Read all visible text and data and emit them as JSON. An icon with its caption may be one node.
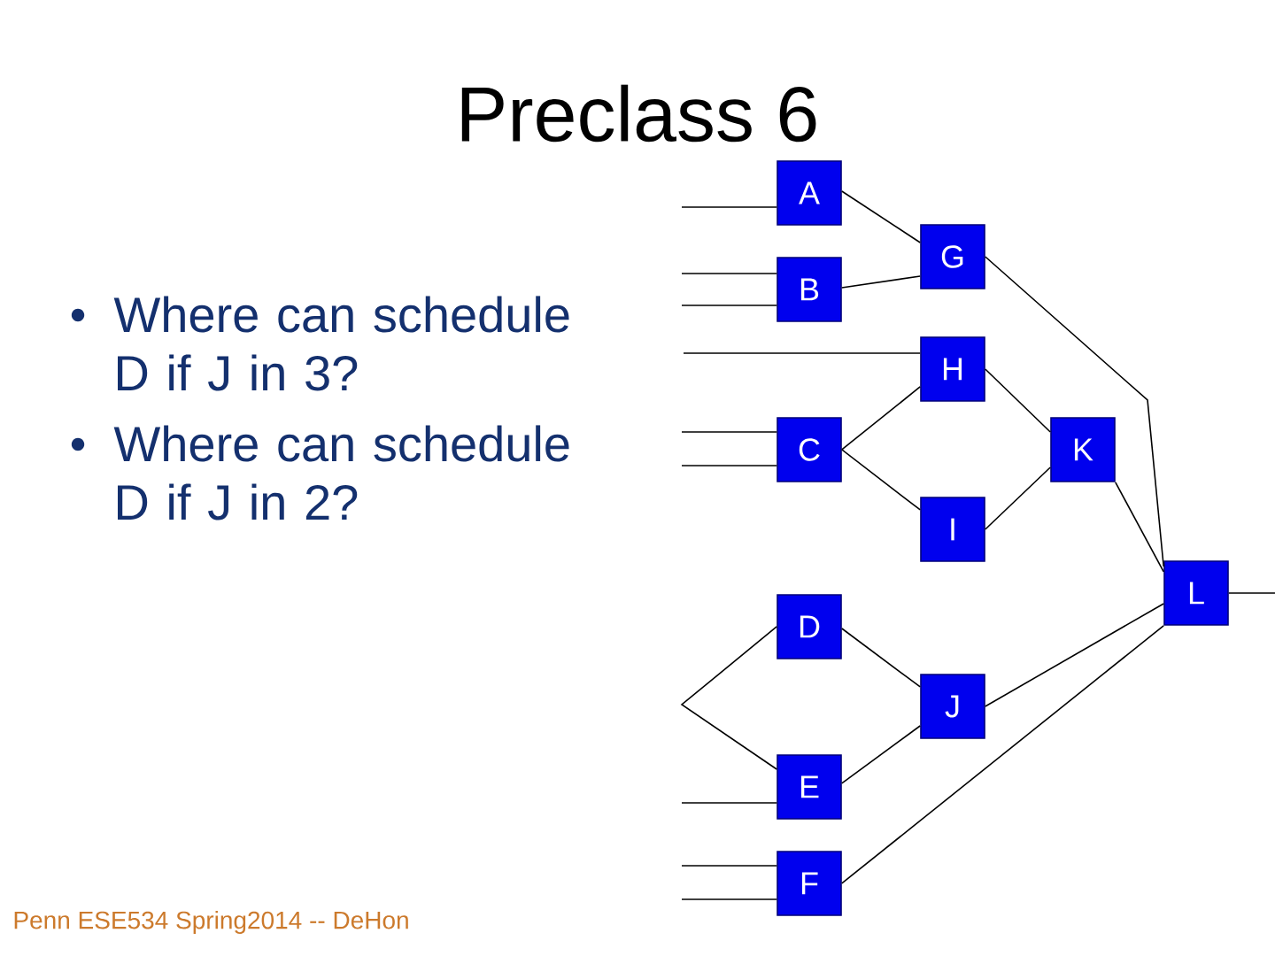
{
  "diagram": {
    "title": "Preclass 6",
    "nodes": [
      {
        "text": [
          "A"
        ]
      },
      {
        "text": [
          "B"
        ]
      },
      {
        "text": [
          "C"
        ]
      },
      {
        "text": [
          "D"
        ]
      },
      {
        "text": [
          "E"
        ]
      },
      {
        "text": [
          "F"
        ]
      },
      {
        "text": [
          "G"
        ]
      },
      {
        "text": [
          "H"
        ]
      },
      {
        "text": [
          "I"
        ]
      },
      {
        "text": [
          "J"
        ]
      },
      {
        "text": [
          "K"
        ]
      },
      {
        "text": [
          "L"
        ]
      }
    ],
    "edges": [
      {
        "from": null,
        "to": 0,
        "arrow": "none"
      },
      {
        "from": null,
        "to": 1,
        "arrow": "none"
      },
      {
        "from": null,
        "to": 1,
        "arrow": "none"
      },
      {
        "from": null,
        "to": 7,
        "arrow": "none"
      },
      {
        "from": null,
        "to": 2,
        "arrow": "none"
      },
      {
        "from": null,
        "to": 2,
        "arrow": "none"
      },
      {
        "from": 3,
        "to": 4,
        "arrow": "none"
      },
      {
        "from": null,
        "to": 4,
        "arrow": "none"
      },
      {
        "from": null,
        "to": 5,
        "arrow": "none"
      },
      {
        "from": null,
        "to": 5,
        "arrow": "none"
      },
      {
        "from": 0,
        "to": 6,
        "arrow": "none"
      },
      {
        "from": 1,
        "to": 6,
        "arrow": "none"
      },
      {
        "from": 2,
        "to": 7,
        "arrow": "none"
      },
      {
        "from": 2,
        "to": 8,
        "arrow": "none"
      },
      {
        "from": 3,
        "to": 9,
        "arrow": "none"
      },
      {
        "from": 4,
        "to": 9,
        "arrow": "none"
      },
      {
        "from": 6,
        "to": 11,
        "arrow": "none"
      },
      {
        "from": 7,
        "to": 10,
        "arrow": "none"
      },
      {
        "from": 8,
        "to": 10,
        "arrow": "none"
      },
      {
        "from": 10,
        "to": 11,
        "arrow": "none"
      },
      {
        "from": 9,
        "to": 11,
        "arrow": "none"
      },
      {
        "from": 5,
        "to": 11,
        "arrow": "none"
      },
      {
        "from": 11,
        "to": null,
        "arrow": "none"
      }
    ],
    "labels": [
      "Where can schedule D if J in 3?",
      "Where can schedule D if J in 2?",
      "Penn ESE534 Spring2014 -- DeHon"
    ]
  }
}
